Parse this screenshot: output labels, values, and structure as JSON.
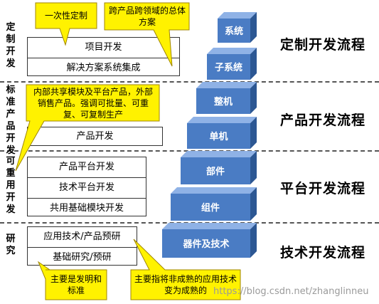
{
  "sections": [
    {
      "side_label": "定制开发",
      "flow_label": "定制开发流程"
    },
    {
      "side_label": "标准产品开发",
      "flow_label": "产品开发流程"
    },
    {
      "side_label": "可重用开发",
      "flow_label": "平台开发流程"
    },
    {
      "side_label": "研究",
      "flow_label": "技术开发流程"
    }
  ],
  "boxes": {
    "custom": [
      "项目开发",
      "解决方案系统集成"
    ],
    "product": [
      "产品开发"
    ],
    "platform": [
      "产品平台开发",
      "技术平台开发",
      "共用基础模块开发"
    ],
    "research": [
      "应用技术/产品预研",
      "基础研究/预研"
    ]
  },
  "blocks": [
    "系统",
    "子系统",
    "整机",
    "单机",
    "部件",
    "组件",
    "器件及技术"
  ],
  "callouts": {
    "custom_left": "一次性定制",
    "custom_right": "跨产品跨领域的总体方案",
    "product": "内部共享模块及平台产品，外部销售产品。强调可批量、可重复、可复制生产",
    "research_left": "主要是发明和标准",
    "research_right": "主要指将非成熟的应用技术变为成熟的"
  },
  "watermark": "https://blog.csdn.net/zhanglinneu",
  "colors": {
    "block_front": "#4a7cc4",
    "block_top": "#8fb2e6",
    "block_side": "#2c5793",
    "callout_fill": "#fff200",
    "callout_stroke": "#a08600"
  }
}
